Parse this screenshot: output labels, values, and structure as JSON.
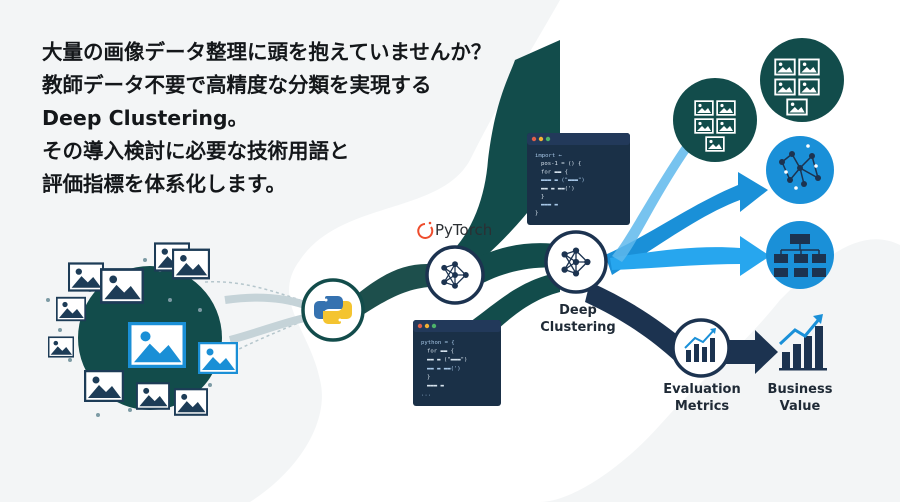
{
  "headline": {
    "lines": [
      "大量の画像データ整理に頭を抱えていませんか？",
      "教師データ不要で高精度な分類を実現する",
      "Deep Clustering。",
      "その導入検討に必要な技術用語と",
      "評価指標を体系化します。"
    ]
  },
  "labels": {
    "pytorch": "PyTorch",
    "deep_clustering": [
      "Deep",
      "Clustering"
    ],
    "evaluation_metrics": [
      "Evaluation",
      "Metrics"
    ],
    "business_value": [
      "Business",
      "Value"
    ]
  },
  "code_top": [
    "import ←",
    "pos-1 = () {",
    "for ▬▬ {",
    "▬▬▬ ▬ (\"▬▬▬\")",
    "▬▬ ▬ ▬▬(')",
    "}",
    "▬▬▬ ▬",
    "}"
  ],
  "code_bottom": [
    "python = {",
    "for ▬▬ {",
    "▬▬ ▬ (\"▬▬▬\")",
    "▬▬ ▬ ▬▬(')",
    "}",
    "▬▬▬ ▬",
    "..."
  ],
  "colors": {
    "dark_teal": "#124c4b",
    "navy": "#1c3350",
    "blue": "#1a90d8",
    "bright_blue": "#27a6ee",
    "background": "#f3f5f6",
    "white_wave": "#ffffff"
  },
  "icons": [
    "image-icon",
    "python-logo-icon",
    "pytorch-logo-icon",
    "neural-network-icon",
    "bar-chart-icon",
    "cluster-icon",
    "hierarchy-icon",
    "code-window-icon"
  ]
}
